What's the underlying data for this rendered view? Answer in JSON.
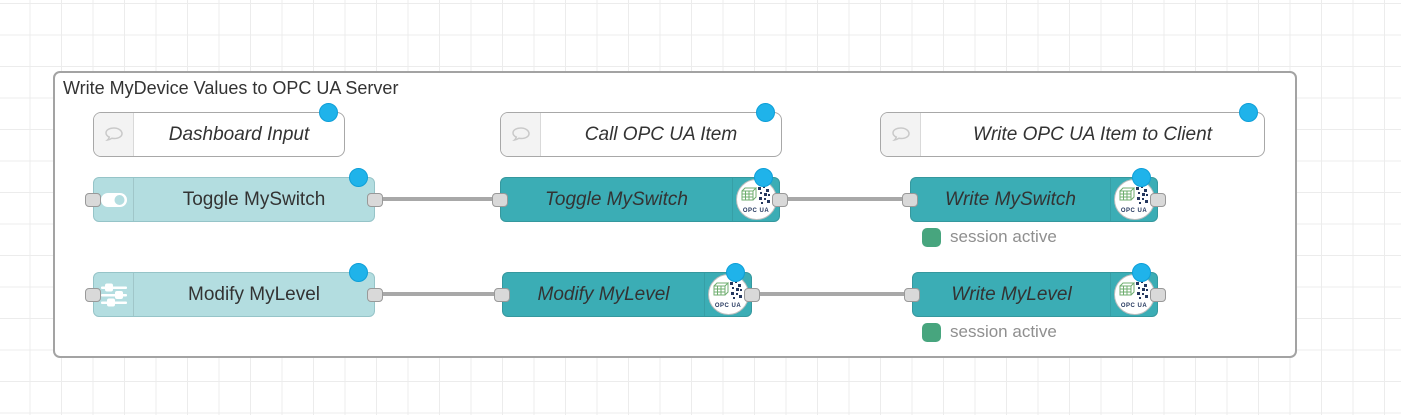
{
  "group": {
    "label": "Write MyDevice Values to OPC UA Server"
  },
  "comments": [
    {
      "label": "Dashboard Input"
    },
    {
      "label": "Call OPC UA Item"
    },
    {
      "label": "Write OPC UA Item to Client"
    }
  ],
  "nodes": {
    "toggle_ui": {
      "label": "Toggle MySwitch"
    },
    "modify_ui": {
      "label": "Modify MyLevel"
    },
    "toggle_call": {
      "label": "Toggle MySwitch"
    },
    "modify_call": {
      "label": "Modify MyLevel"
    },
    "write_switch": {
      "label": "Write MySwitch",
      "status": "session active"
    },
    "write_level": {
      "label": "Write MyLevel",
      "status": "session active"
    }
  },
  "icons": {
    "opcua_label": "OPC UA",
    "names": [
      "comment-bubble-icon",
      "toggle-switch-icon",
      "sliders-icon",
      "opcua-logo-icon",
      "changed-indicator-dot",
      "status-square"
    ]
  },
  "colors": {
    "node_light_teal": "#b3dde0",
    "node_dark_teal": "#3badb5",
    "changed_dot_blue": "#1fb3ea",
    "status_green": "#47a57e",
    "wire_gray": "#a8a8a8",
    "group_border": "#a3a3a3"
  }
}
